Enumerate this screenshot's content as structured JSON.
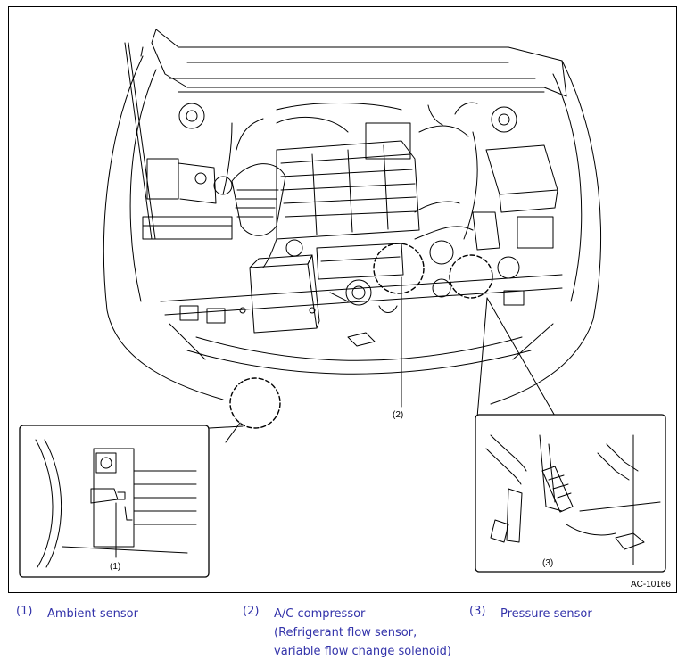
{
  "figure": {
    "callouts": {
      "c1": "(1)",
      "c2": "(2)",
      "c3": "(3)"
    },
    "reference": "AC-10166"
  },
  "legend": [
    {
      "num": "(1)",
      "lines": [
        "Ambient sensor"
      ]
    },
    {
      "num": "(2)",
      "lines": [
        "A/C compressor",
        "(Refrigerant flow sensor,",
        "variable flow change solenoid)"
      ]
    },
    {
      "num": "(3)",
      "lines": [
        "Pressure sensor"
      ]
    }
  ],
  "colors": {
    "legend_text": "#3333aa",
    "line_art": "#000000"
  }
}
